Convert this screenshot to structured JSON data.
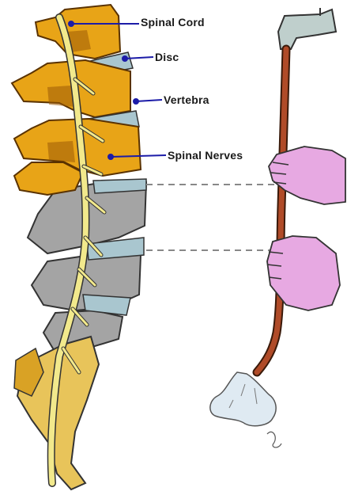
{
  "labels": {
    "spinal_cord": "Spinal Cord",
    "disc": "Disc",
    "vertebra": "Vertebra",
    "spinal_nerves": "Spinal Nerves"
  },
  "colors": {
    "bone": "#e8a417",
    "bone_dark": "#9a5a06",
    "nerve": "#f2e98c",
    "disc": "#a9c6cf",
    "gray_bone": "#a4a4a4",
    "pointer": "#1c1ca8",
    "hand": "#e7a9e2",
    "tube": "#b04b28",
    "faucet": "#bfcfcc"
  }
}
